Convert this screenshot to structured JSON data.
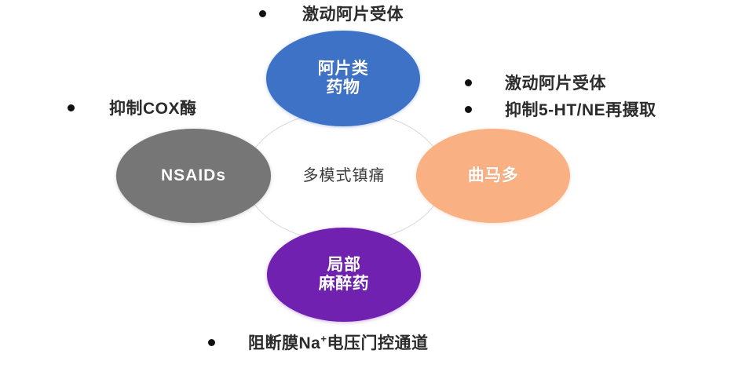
{
  "diagram": {
    "type": "multimodal-analgesia-venn",
    "center": {
      "label": "多模式镇痛"
    },
    "nodes": [
      {
        "id": "opioid",
        "label": "阿片类\n药物",
        "color": "#3E72C6",
        "position": "top"
      },
      {
        "id": "nsaids",
        "label": "NSAIDs",
        "color": "#767676",
        "position": "left"
      },
      {
        "id": "tramadol",
        "label": "曲马多",
        "color": "#F9B183",
        "position": "right"
      },
      {
        "id": "local-anesthetic",
        "label": "局部\n麻醉药",
        "color": "#7021AF",
        "position": "bottom"
      }
    ],
    "annotations": {
      "top": {
        "related_node": "opioid",
        "items": [
          "激动阿片受体"
        ]
      },
      "right": {
        "related_node": "tramadol",
        "items": [
          "激动阿片受体",
          "抑制5-HT/NE再摄取"
        ]
      },
      "left": {
        "related_node": "nsaids",
        "items": [
          "抑制COX酶"
        ]
      },
      "bottom": {
        "related_node": "local-anesthetic",
        "items_parts": [
          {
            "pre": "阻断膜Na",
            "sup": "+",
            "post": "电压门控通道"
          }
        ]
      }
    },
    "colors": {
      "opioid": "#3E72C6",
      "nsaids": "#767676",
      "tramadol": "#F9B183",
      "local_anesthetic": "#7021AF",
      "ring": "#D7D7D7",
      "background": "#FFFFFF",
      "annotation_text": "#2B2B2B",
      "center_text": "#3B3B3B"
    }
  }
}
